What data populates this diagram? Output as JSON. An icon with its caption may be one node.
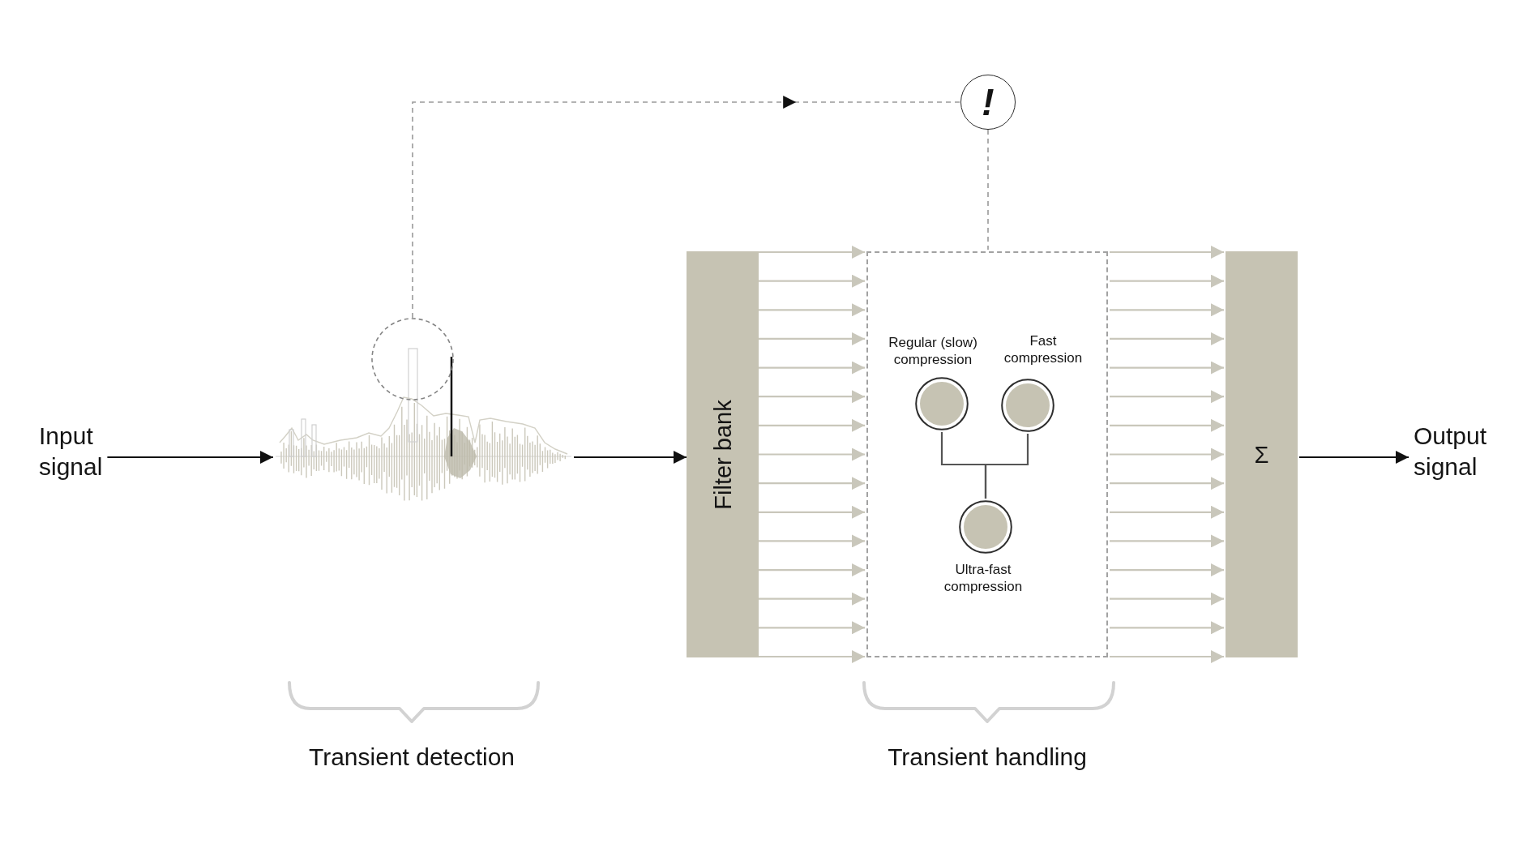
{
  "diagram": {
    "nodes": [
      {
        "text": [
          "Input signal"
        ]
      },
      {
        "text": [],
        "shape": "picture"
      },
      {
        "text": [],
        "shape": "circle"
      },
      {
        "text": [
          "!"
        ]
      },
      {
        "text": [
          "Filter bank"
        ]
      },
      {
        "text": [],
        "shape": "box"
      },
      {
        "text": [
          "Regular (slow) compression"
        ],
        "in": 5
      },
      {
        "text": [
          "Fast compression"
        ],
        "in": 5
      },
      {
        "text": [
          "Ultra-fast compression"
        ],
        "in": 5
      },
      {
        "text": [
          "Σ"
        ]
      },
      {
        "text": [
          "Output signal"
        ]
      }
    ],
    "edges": [
      {
        "from": 0,
        "to": 1,
        "arrow": "to",
        "color": "#111111"
      },
      {
        "from": 1,
        "to": 4,
        "arrow": "to",
        "color": "#111111"
      },
      {
        "from": 2,
        "to": 3,
        "arrow": "to",
        "style": "dashed",
        "color": "#9a9a9a"
      },
      {
        "from": 3,
        "to": 5,
        "arrow": "none",
        "style": "dashed",
        "color": "#9a9a9a"
      },
      {
        "from": 4,
        "to": 5,
        "arrow": "to"
      },
      {
        "from": 4,
        "to": 5,
        "arrow": "to"
      },
      {
        "from": 4,
        "to": 5,
        "arrow": "to"
      },
      {
        "from": 4,
        "to": 5,
        "arrow": "to"
      },
      {
        "from": 4,
        "to": 5,
        "arrow": "to"
      },
      {
        "from": 4,
        "to": 5,
        "arrow": "to"
      },
      {
        "from": 4,
        "to": 5,
        "arrow": "to"
      },
      {
        "from": 4,
        "to": 5,
        "arrow": "to"
      },
      {
        "from": 4,
        "to": 5,
        "arrow": "to"
      },
      {
        "from": 4,
        "to": 5,
        "arrow": "to"
      },
      {
        "from": 4,
        "to": 5,
        "arrow": "to"
      },
      {
        "from": 4,
        "to": 5,
        "arrow": "to"
      },
      {
        "from": 4,
        "to": 5,
        "arrow": "to"
      },
      {
        "from": 4,
        "to": 5,
        "arrow": "to"
      },
      {
        "from": 4,
        "to": 5,
        "arrow": "to"
      },
      {
        "from": 5,
        "to": 9,
        "arrow": "to"
      },
      {
        "from": 5,
        "to": 9,
        "arrow": "to"
      },
      {
        "from": 5,
        "to": 9,
        "arrow": "to"
      },
      {
        "from": 5,
        "to": 9,
        "arrow": "to"
      },
      {
        "from": 5,
        "to": 9,
        "arrow": "to"
      },
      {
        "from": 5,
        "to": 9,
        "arrow": "to"
      },
      {
        "from": 5,
        "to": 9,
        "arrow": "to"
      },
      {
        "from": 5,
        "to": 9,
        "arrow": "to"
      },
      {
        "from": 5,
        "to": 9,
        "arrow": "to"
      },
      {
        "from": 5,
        "to": 9,
        "arrow": "to"
      },
      {
        "from": 5,
        "to": 9,
        "arrow": "to"
      },
      {
        "from": 5,
        "to": 9,
        "arrow": "to"
      },
      {
        "from": 5,
        "to": 9,
        "arrow": "to"
      },
      {
        "from": 5,
        "to": 9,
        "arrow": "to"
      },
      {
        "from": 5,
        "to": 9,
        "arrow": "to"
      },
      {
        "from": 6,
        "to": 8,
        "arrow": "none",
        "color": "#555555"
      },
      {
        "from": 7,
        "to": 8,
        "arrow": "none",
        "color": "#555555"
      },
      {
        "from": 9,
        "to": 10,
        "arrow": "to",
        "color": "#111111"
      }
    ],
    "labels": [
      "Transient detection",
      "Transient handling"
    ]
  }
}
